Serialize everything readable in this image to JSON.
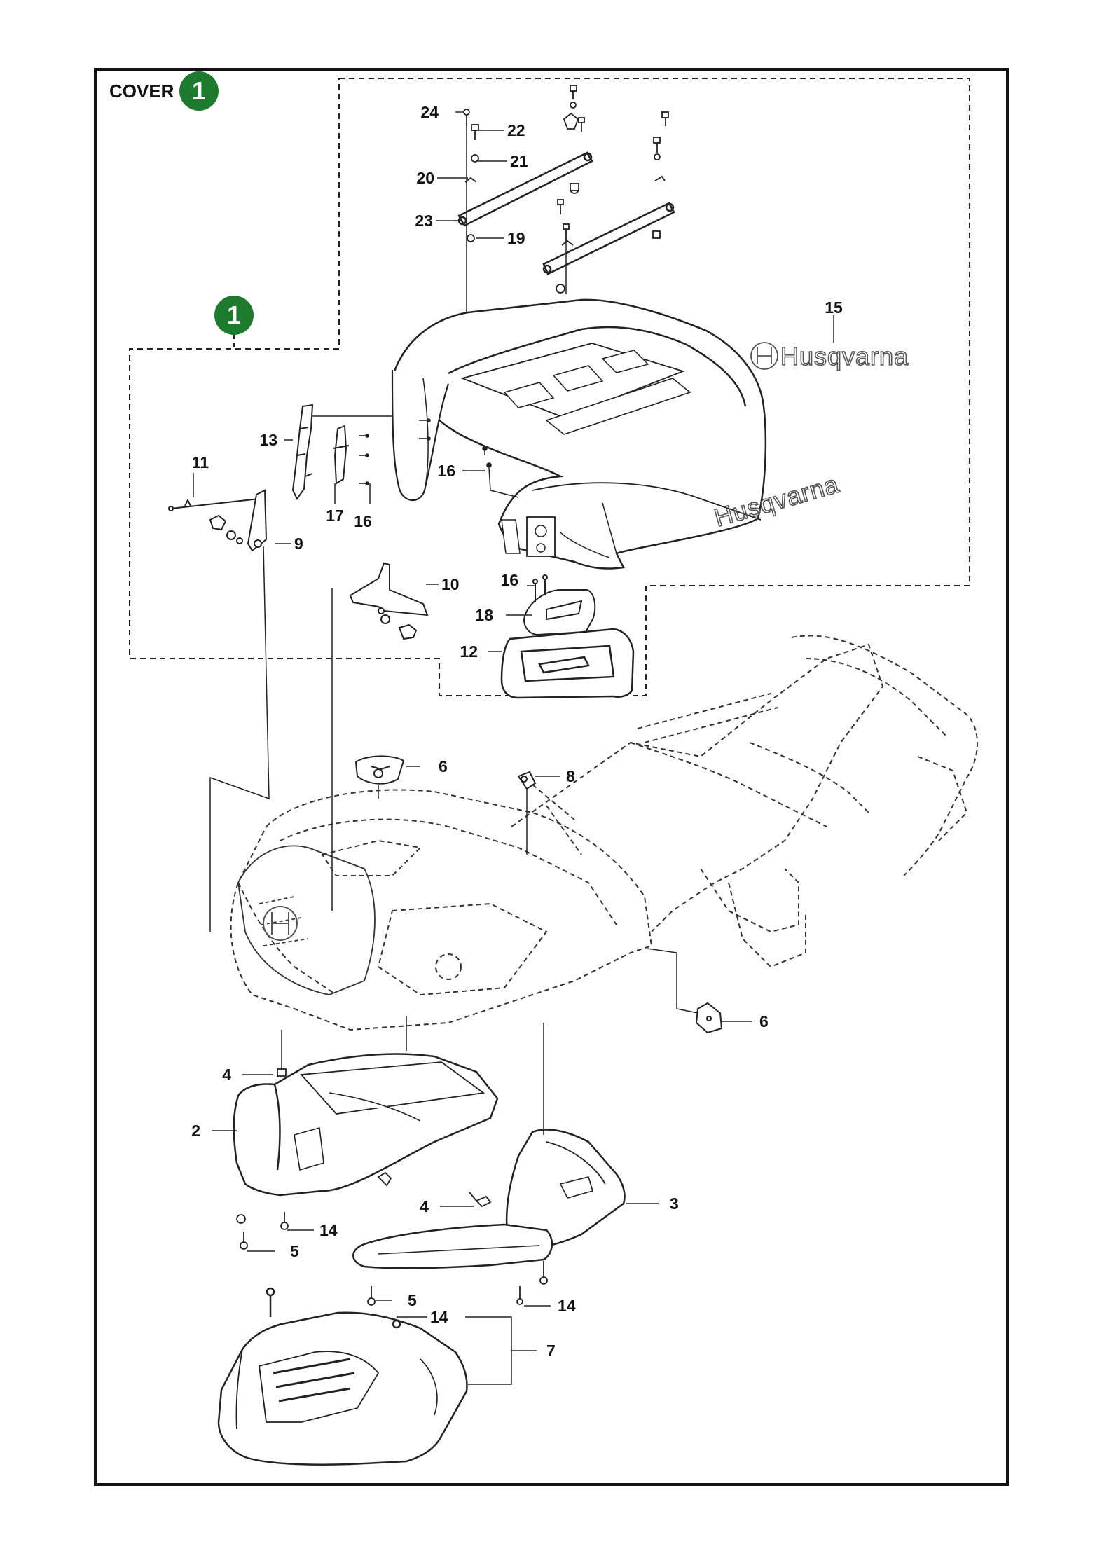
{
  "section": {
    "title": "COVER",
    "badge": "1"
  },
  "group_marker": "1",
  "brand_text": "Husqvarna",
  "brand_logo": "H",
  "colors": {
    "badge": "#1e7a2f",
    "line": "#111111"
  },
  "callouts": [
    "24",
    "22",
    "21",
    "20",
    "23",
    "19",
    "15",
    "13",
    "11",
    "16",
    "17",
    "16",
    "9",
    "10",
    "16",
    "18",
    "12",
    "6",
    "8",
    "6",
    "4",
    "2",
    "14",
    "5",
    "4",
    "3",
    "5",
    "14",
    "14",
    "7"
  ]
}
